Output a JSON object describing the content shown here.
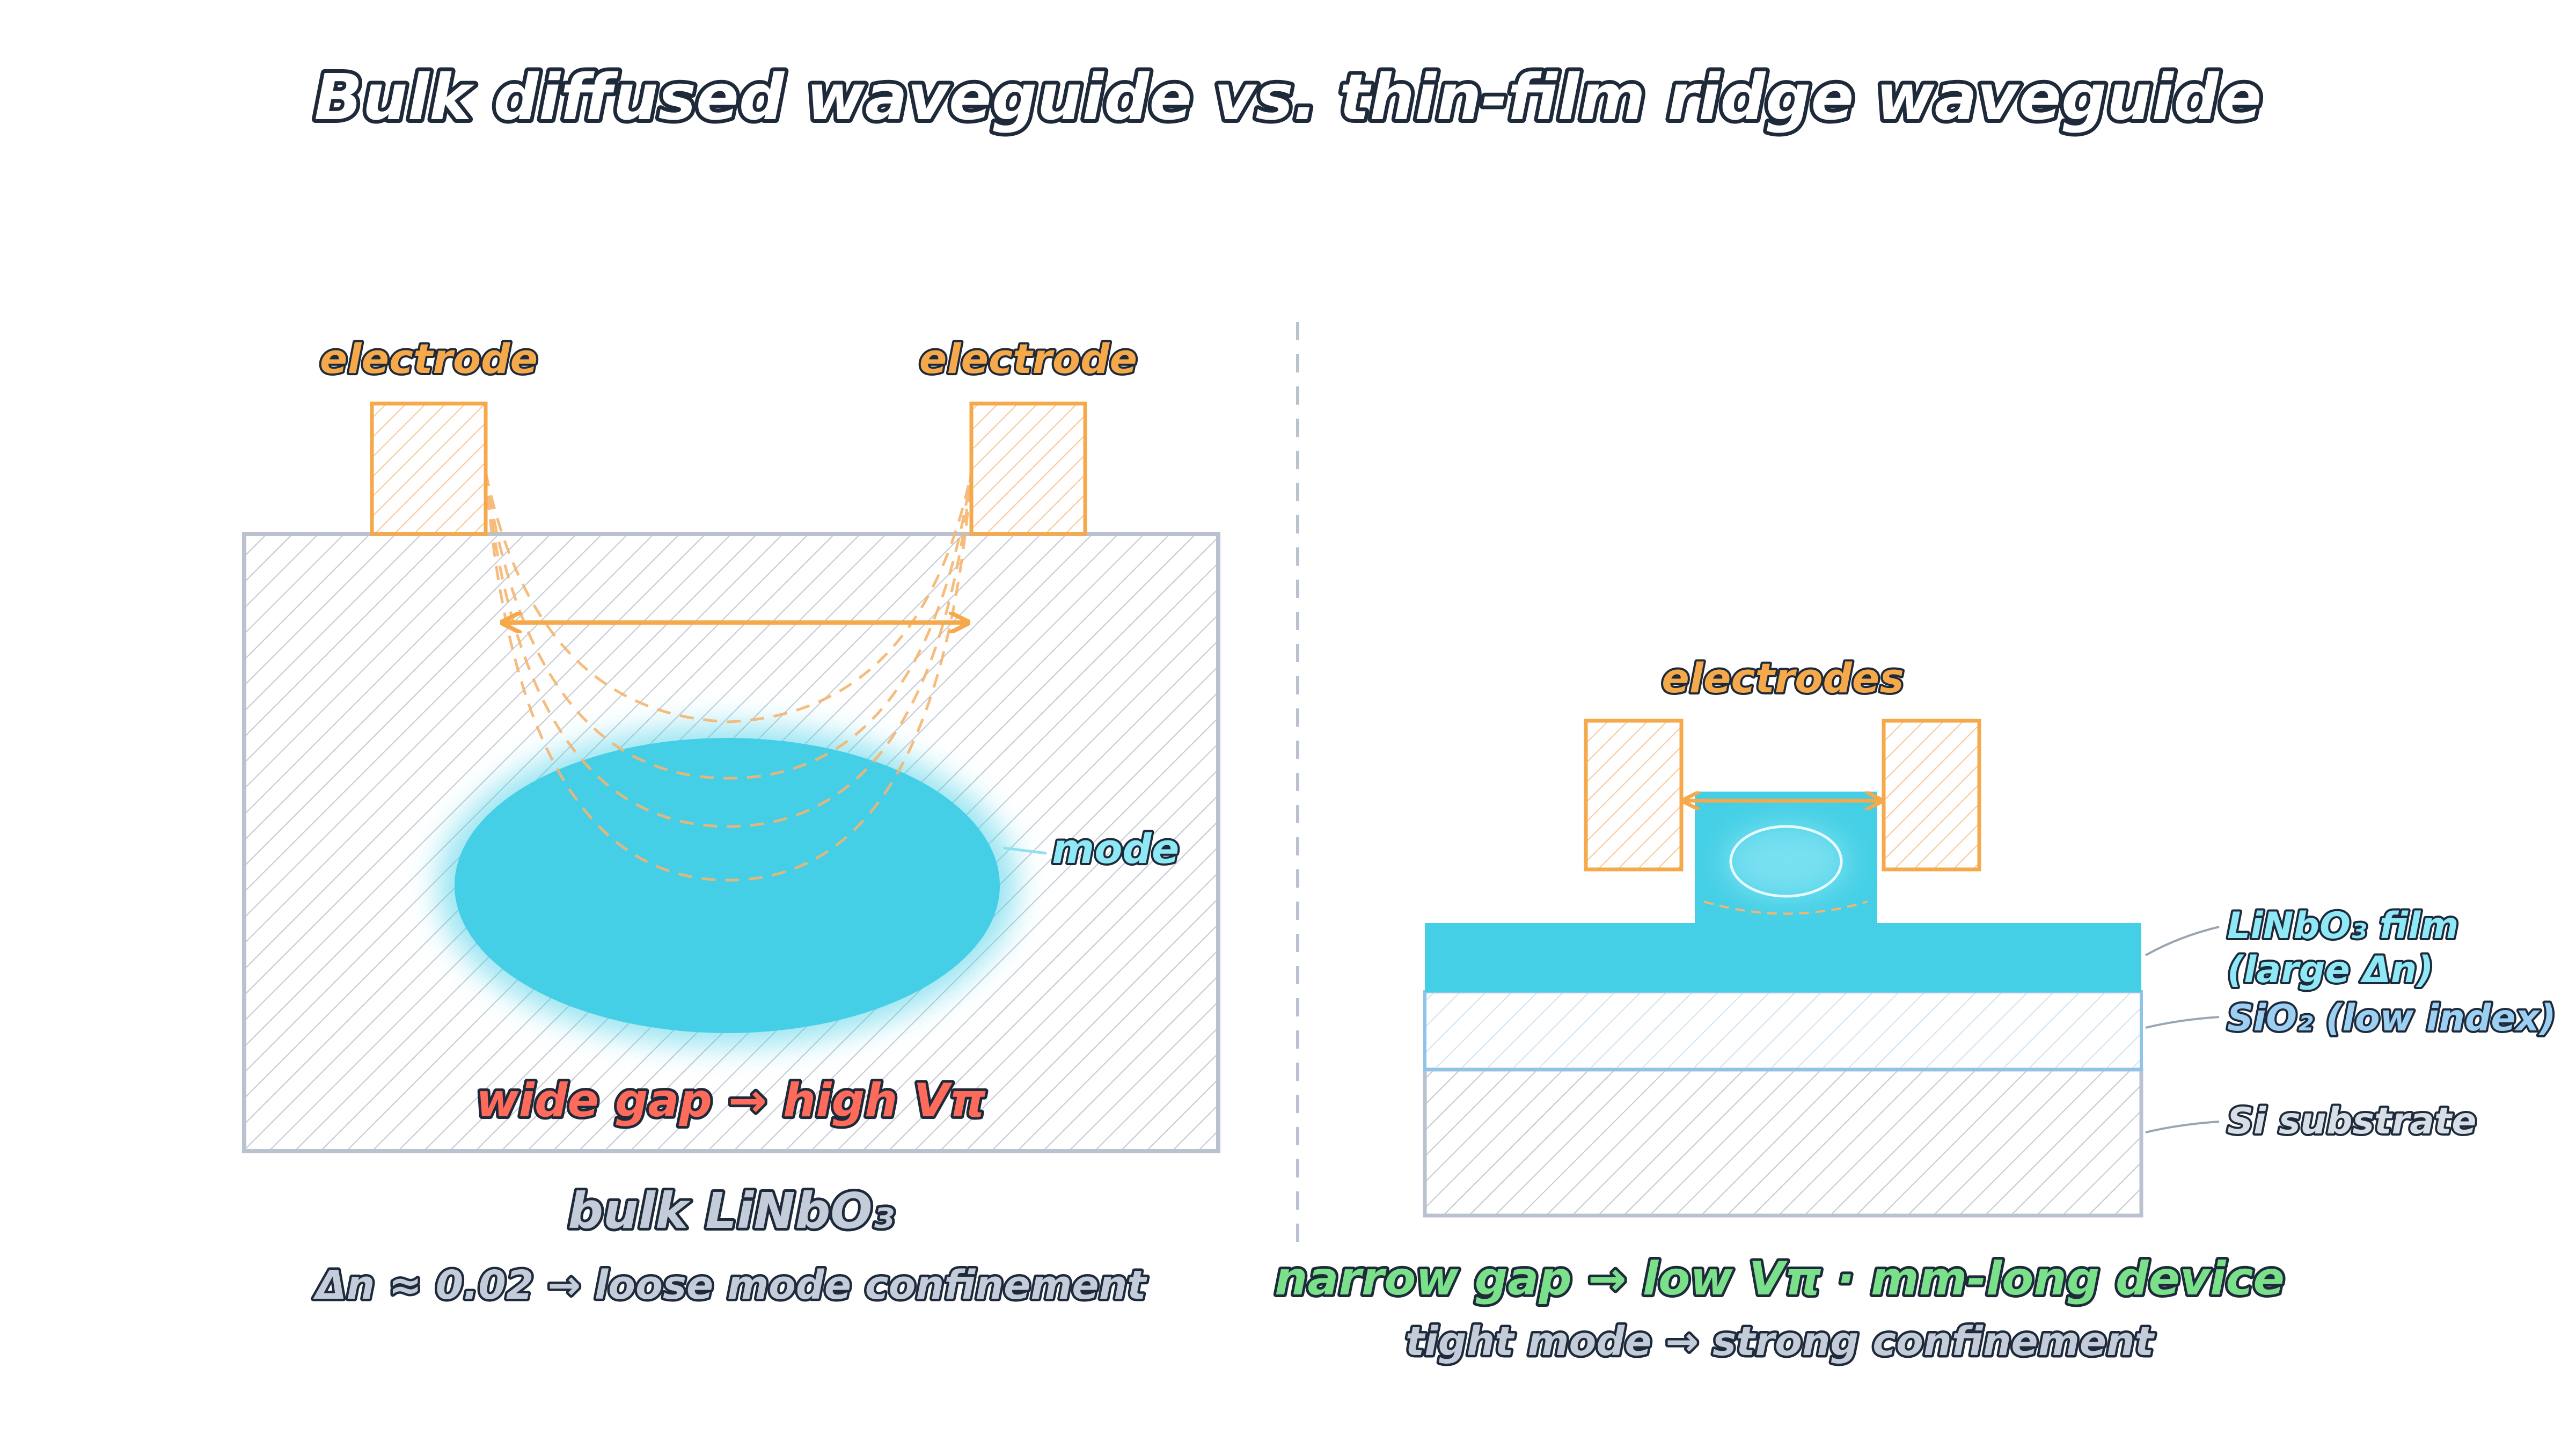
{
  "title": "Bulk diffused waveguide vs. thin-film ridge waveguide",
  "colors": {
    "electrode": "#f5a94a",
    "mode": "#44cfe6",
    "outline": "#b9c2ce",
    "ink": "#1e2a3a",
    "red": "#ff6b5b",
    "green": "#7ae08a",
    "sio2": "#8ec3ea"
  },
  "bulk": {
    "electrode_left": "electrode",
    "electrode_right": "electrode",
    "mode_label": "mode",
    "gap_label": "wide gap → high Vπ",
    "caption_title": "bulk LiNbO₃",
    "caption_sub": "Δn ≈ 0.02 → loose mode confinement"
  },
  "thinfilm": {
    "electrodes_label": "electrodes",
    "film_label_1": "LiNbO₃ film",
    "film_label_2": "(large Δn)",
    "sio2_label": "SiO₂ (low index)",
    "si_label": "Si substrate",
    "caption_title": "narrow gap → low Vπ · mm-long device",
    "caption_sub": "tight mode → strong confinement"
  }
}
